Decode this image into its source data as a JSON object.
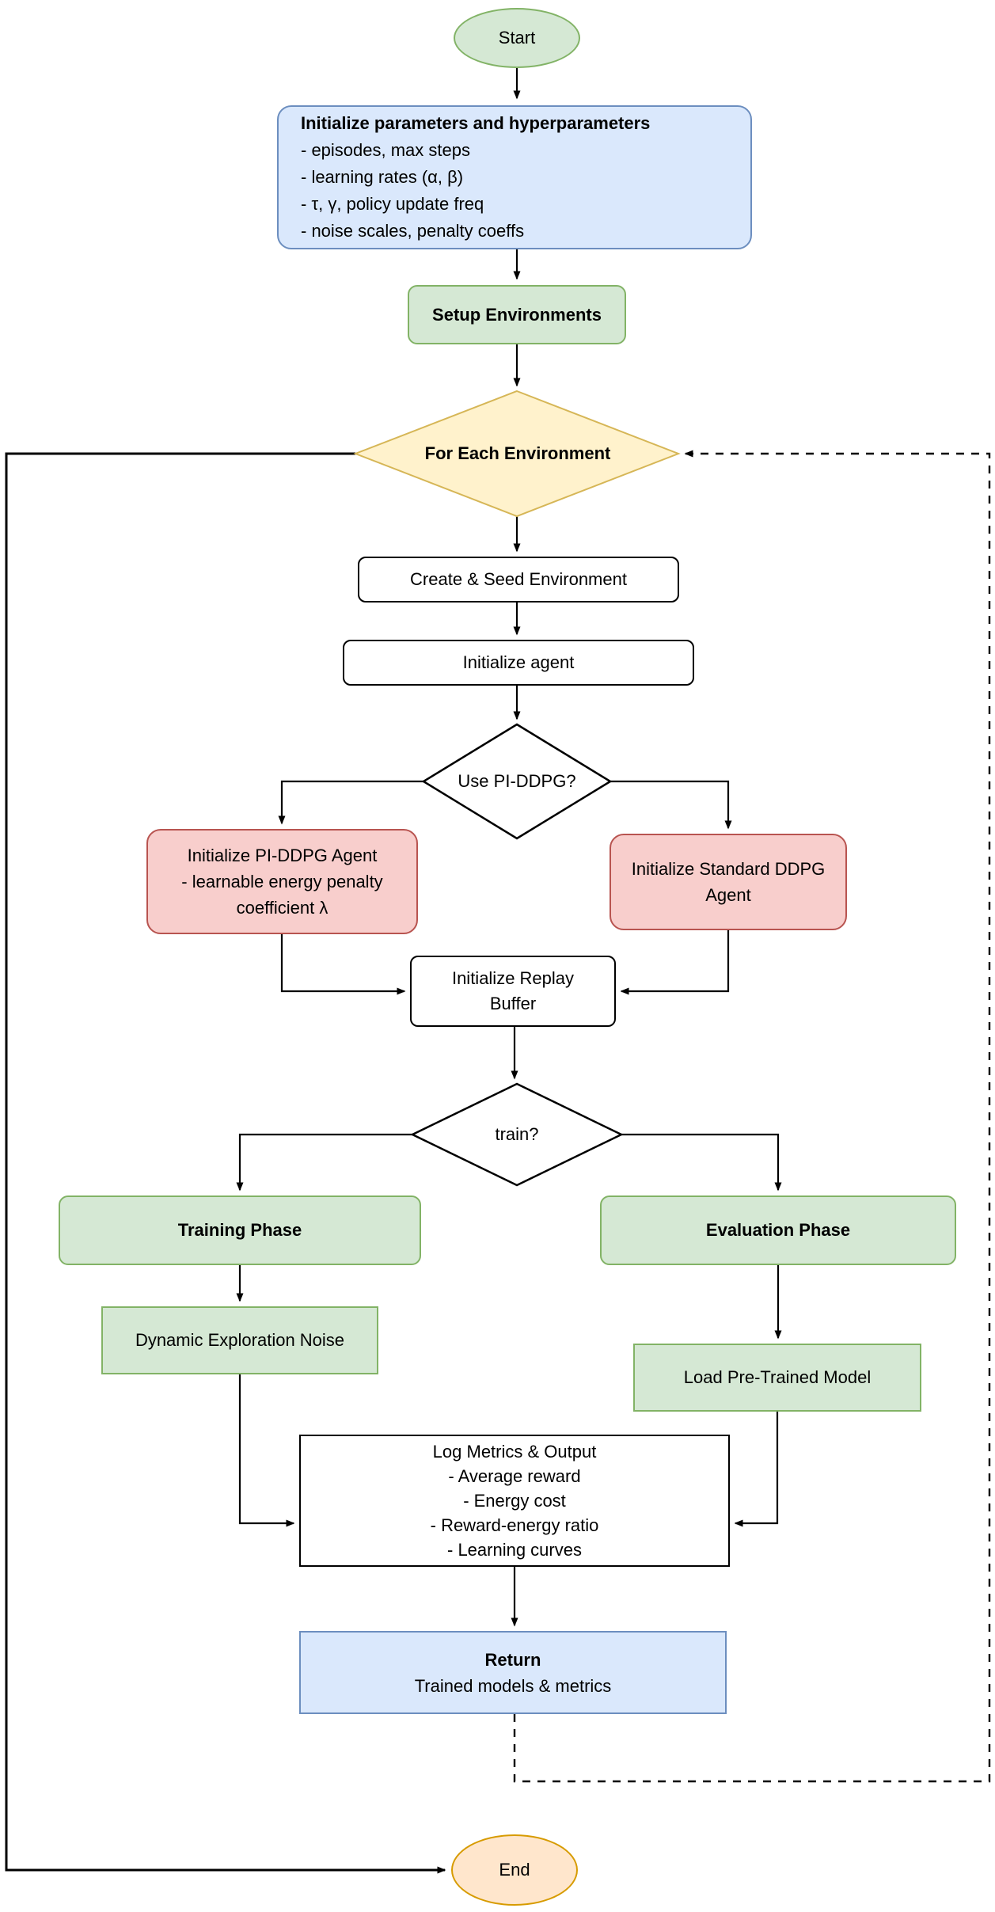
{
  "diagram": {
    "type": "flowchart",
    "colors": {
      "green_fill": "#d5e8d4",
      "green_stroke": "#82b366",
      "blue_fill": "#dae8fc",
      "blue_stroke": "#6c8ebf",
      "yellow_fill": "#fff2cc",
      "yellow_stroke": "#d6b656",
      "red_fill": "#f8cecc",
      "red_stroke": "#b85450",
      "orange_fill": "#ffe6cc",
      "orange_stroke": "#d79b00",
      "edge_color": "#000000"
    }
  },
  "nodes": {
    "start": {
      "label": "Start"
    },
    "init_params": {
      "title": "Initialize parameters and hyperparameters",
      "lines": [
        "- episodes, max steps",
        "- learning rates (α, β)",
        "- τ, γ, policy update freq",
        "- noise scales, penalty coeffs"
      ]
    },
    "setup_env": {
      "label": "Setup Environments"
    },
    "for_each_env": {
      "label": "For Each Environment"
    },
    "create_seed": {
      "label": "Create & Seed Environment"
    },
    "init_agent": {
      "label": "Initialize agent"
    },
    "use_piddpg": {
      "label": "Use PI-DDPG?"
    },
    "init_piddpg": {
      "lines": [
        "Initialize PI-DDPG Agent",
        "- learnable energy penalty",
        "coefficient λ"
      ]
    },
    "init_standard": {
      "label": "Initialize Standard DDPG Agent"
    },
    "replay_buffer": {
      "label": "Initialize Replay Buffer"
    },
    "train": {
      "label": "train?"
    },
    "training_phase": {
      "label": "Training Phase"
    },
    "evaluation_phase": {
      "label": "Evaluation Phase"
    },
    "dynamic_noise": {
      "label": "Dynamic Exploration Noise"
    },
    "load_model": {
      "label": "Load Pre-Trained Model"
    },
    "log_metrics": {
      "title": "Log Metrics & Output",
      "lines": [
        "- Average reward",
        "- Energy cost",
        "- Reward-energy ratio",
        "- Learning curves"
      ]
    },
    "return_box": {
      "title": "Return",
      "subtitle": "Trained models & metrics"
    },
    "end": {
      "label": "End"
    }
  }
}
